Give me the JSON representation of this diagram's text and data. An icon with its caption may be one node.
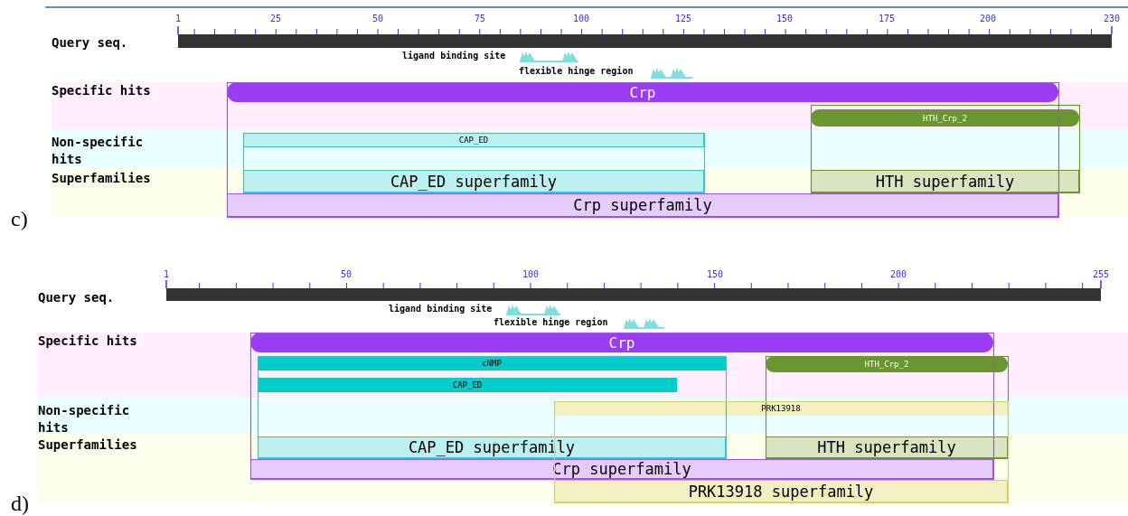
{
  "diagram": {
    "nodes": [
      {
        "text": [
          "Crp"
        ]
      },
      {
        "text": [
          "HTH_Crp_2"
        ]
      },
      {
        "text": [
          "CAP_ED"
        ]
      },
      {
        "text": [
          "CAP_ED superfamily"
        ]
      },
      {
        "text": [
          "HTH superfamily"
        ]
      },
      {
        "text": [
          "Crp superfamily"
        ]
      },
      {
        "text": [
          "Crp"
        ]
      },
      {
        "text": [
          "cNMP"
        ]
      },
      {
        "text": [
          "HTH_Crp_2"
        ]
      },
      {
        "text": [
          "CAP_ED"
        ]
      },
      {
        "text": [
          "PRK13918"
        ]
      },
      {
        "text": [
          "CAP_ED superfamily"
        ]
      },
      {
        "text": [
          "HTH superfamily"
        ]
      },
      {
        "text": [
          "Crp superfamily"
        ]
      },
      {
        "text": [
          "PRK13918 superfamily"
        ]
      }
    ],
    "edges": [],
    "labels": [
      "Query seq.",
      "1",
      "25",
      "50",
      "75",
      "100",
      "125",
      "150",
      "175",
      "200",
      "230",
      "ligand binding site",
      "flexible hinge region",
      "Specific hits",
      "Non-specific hits",
      "Superfamilies",
      "c)",
      "Query seq.",
      "1",
      "50",
      "100",
      "150",
      "200",
      "255",
      "ligand binding site",
      "flexible hinge region",
      "Specific hits",
      "Non-specific hits",
      "Superfamilies",
      "d)"
    ]
  }
}
